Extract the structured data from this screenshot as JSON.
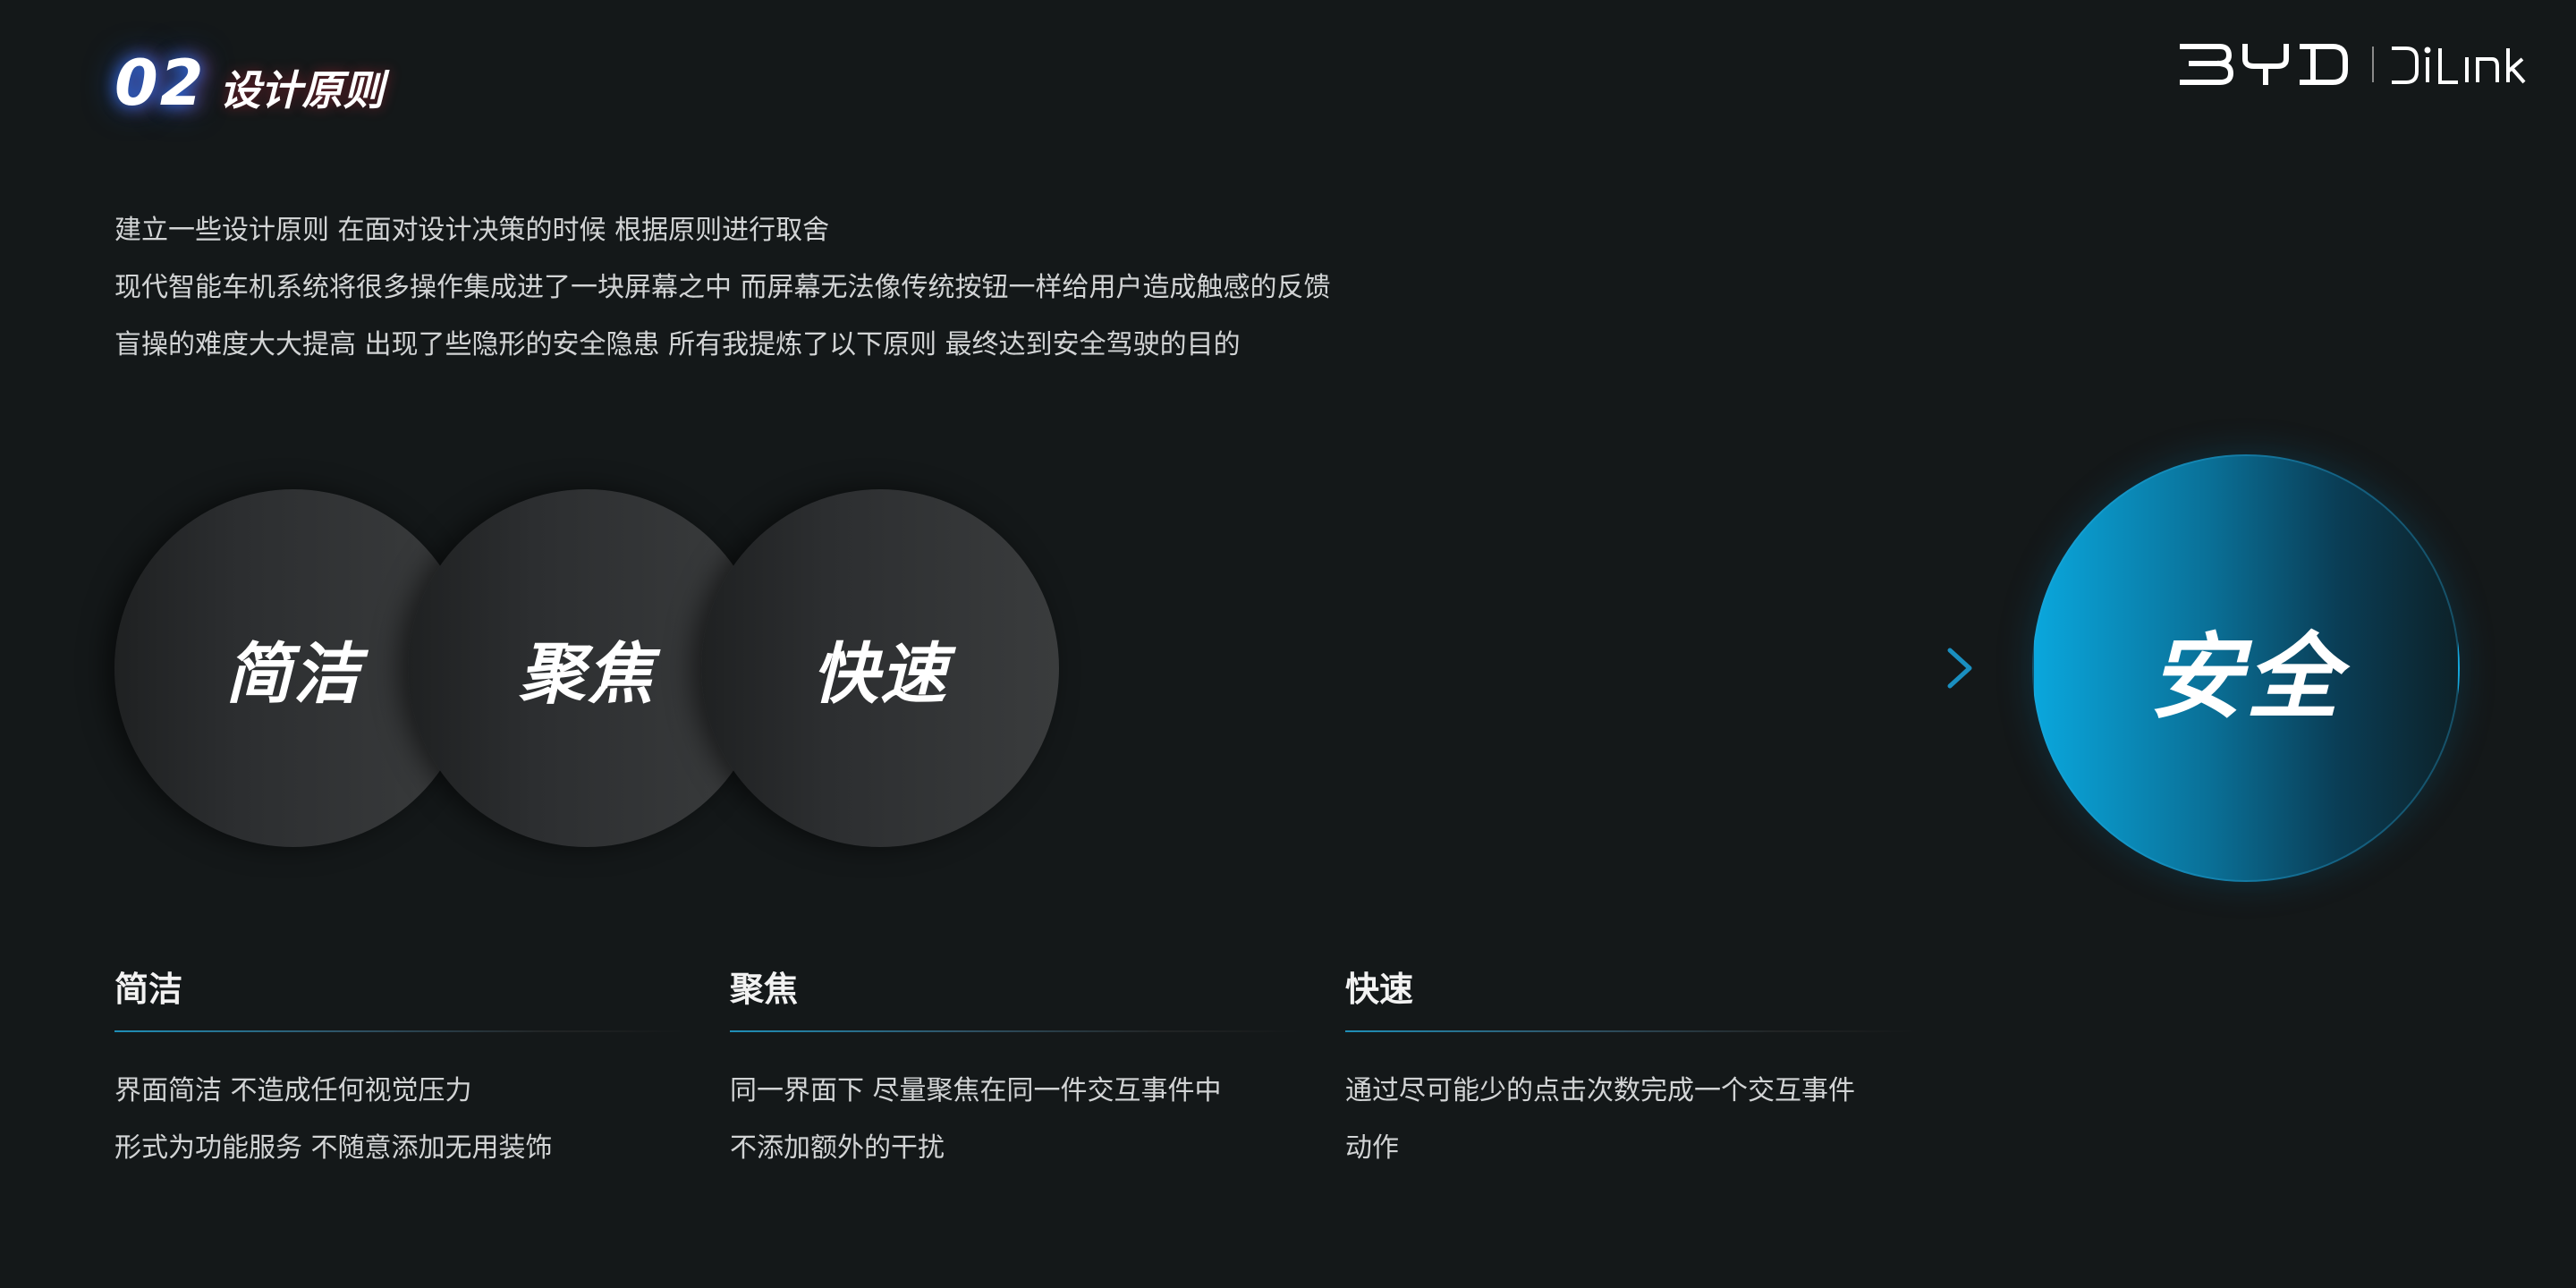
{
  "header": {
    "section_number": "02",
    "section_title": "设计原则"
  },
  "logo": {
    "brand": "BYD",
    "product": "DiLink",
    "icon": "byd-dilink-logo"
  },
  "intro": {
    "lines": [
      "建立一些设计原则 在面对设计决策的时候 根据原则进行取舍",
      "现代智能车机系统将很多操作集成进了一块屏幕之中 而屏幕无法像传统按钮一样给用户造成触感的反馈",
      "盲操的难度大大提高 出现了些隐形的安全隐患 所有我提炼了以下原则 最终达到安全驾驶的目的"
    ]
  },
  "principles": {
    "circles": [
      "简洁",
      "聚焦",
      "快速"
    ],
    "goal": "安全",
    "arrow_icon": "right-arrow-icon",
    "colors": {
      "goal_accent": "#0aa7dd",
      "arrow_start": "#c0283c",
      "arrow_end": "#1a8fc0",
      "background": "#141819"
    }
  },
  "details": [
    {
      "title": "简洁",
      "lines": [
        "界面简洁 不造成任何视觉压力",
        "形式为功能服务 不随意添加无用装饰"
      ]
    },
    {
      "title": "聚焦",
      "lines": [
        "同一界面下 尽量聚焦在同一件交互事件中",
        "不添加额外的干扰"
      ]
    },
    {
      "title": "快速",
      "lines": [
        "通过尽可能少的点击次数完成一个交互事件",
        "动作"
      ]
    }
  ]
}
